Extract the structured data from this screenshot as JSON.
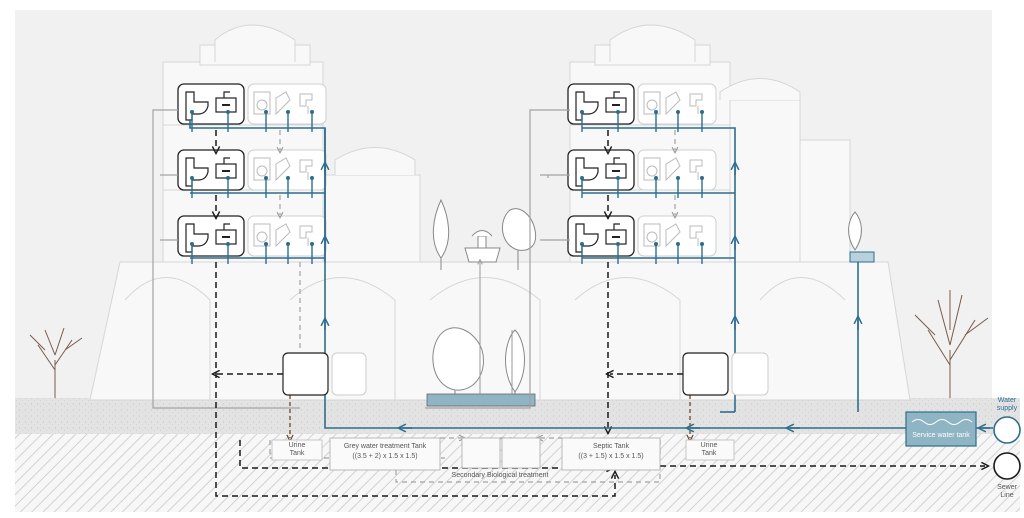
{
  "labels": {
    "urine_tank_left": "Urine\nTank",
    "urine_tank_right": "Urine\nTank",
    "grey_tank_title": "Grey water treatment Tank",
    "grey_tank_dims": "((3.5 + 2) x 1.5 x 1.5)",
    "septic_title": "Septic Tank",
    "septic_dims": "((3 + 1.5) x 1.5 x 1.5)",
    "secondary_treatment": "Secondary Biological treatment",
    "service_tank": "Service water tank",
    "water_supply": "Water\nsupply",
    "sewer_line": "Sewer\nLine"
  },
  "colors": {
    "supply_blue": "#2d6e8e",
    "building_line": "#d9d9d9",
    "ground": "#dcdcdc",
    "black_water": "#1a1a1a",
    "grey_water": "#9a9a9a",
    "urine": "#6b4a2e",
    "tank_fill": "#8fb4c4"
  },
  "icons": [
    "toilet-icon",
    "sink-icon",
    "washing-machine-icon",
    "shower-icon",
    "faucet-icon",
    "tree-icon",
    "fountain-icon"
  ]
}
